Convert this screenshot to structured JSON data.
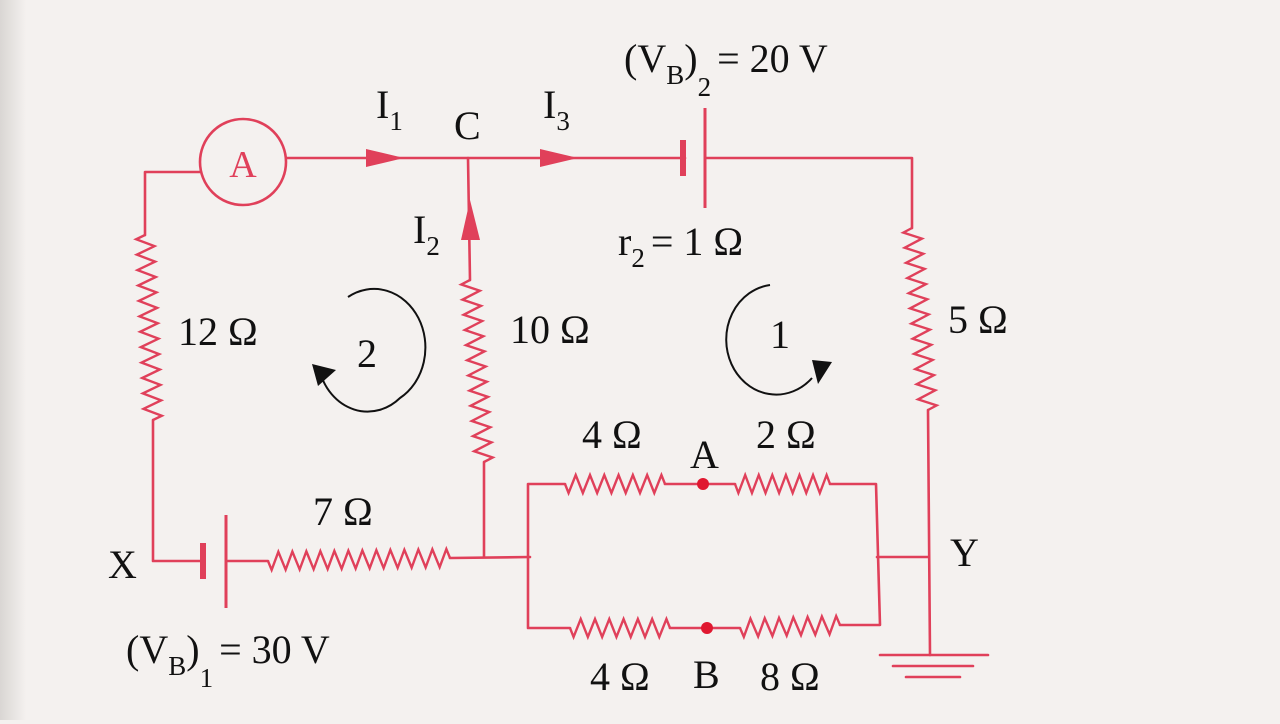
{
  "diagram": {
    "battery_2": {
      "prefix": "(V",
      "sub": "B",
      "close": ")",
      "index": "2",
      "value": "= 20 V"
    },
    "battery_1": {
      "prefix": "(V",
      "sub": "B",
      "close": ")",
      "index": "1",
      "value": "= 30 V"
    },
    "internal_resistance": {
      "symbol": "r",
      "index": "2",
      "value": "= 1 Ω"
    },
    "ammeter_label": "A",
    "currents": {
      "i1": {
        "symbol": "I",
        "index": "1"
      },
      "i2": {
        "symbol": "I",
        "index": "2"
      },
      "i3": {
        "symbol": "I",
        "index": "3"
      }
    },
    "nodes": {
      "c": "C",
      "x": "X",
      "y": "Y",
      "a": "A",
      "b": "B"
    },
    "resistors": {
      "r12": "12 Ω",
      "r10": "10 Ω",
      "r5": "5 Ω",
      "r7": "7 Ω",
      "r4_top": "4 Ω",
      "r2_top": "2 Ω",
      "r4_bottom": "4 Ω",
      "r8_bottom": "8 Ω"
    },
    "loops": {
      "loop1": "1",
      "loop2": "2"
    }
  }
}
